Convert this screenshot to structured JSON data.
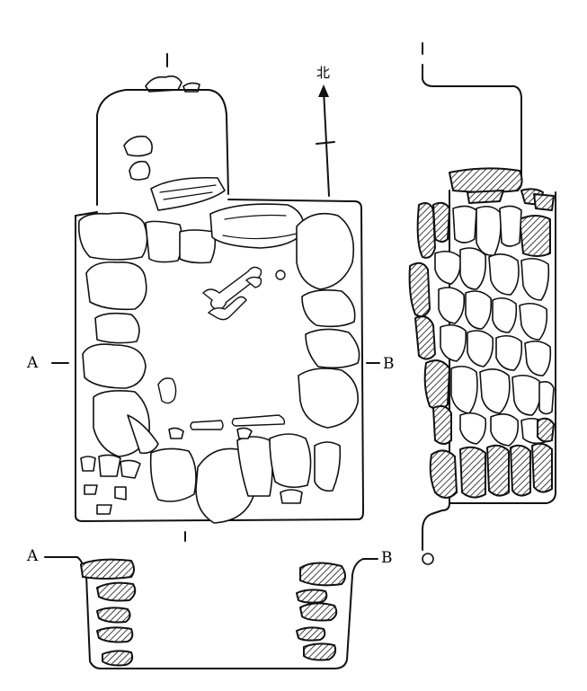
{
  "figure": {
    "north_label": "北",
    "plan_label_left": "A",
    "plan_label_right": "B",
    "section_label_left": "A",
    "section_label_right": "B"
  },
  "colors": {
    "ink": "#111111",
    "paper": "#ffffff"
  },
  "icons": {
    "north_arrow": "north-arrow-icon"
  }
}
